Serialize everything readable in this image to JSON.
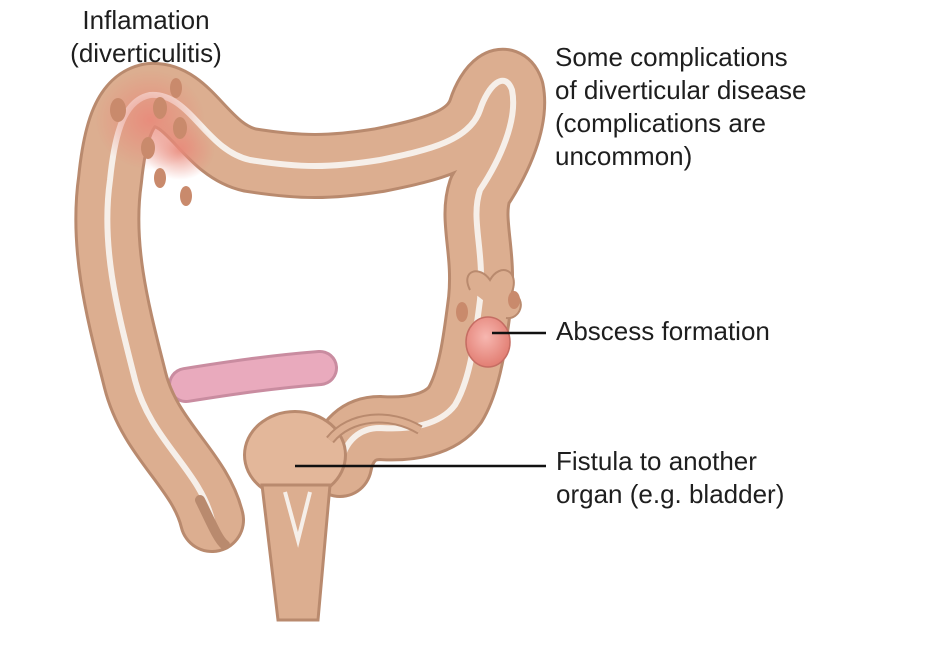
{
  "labels": {
    "inflammation": {
      "line1": "Inflamation",
      "line2": "(diverticulitis)"
    },
    "complications": {
      "line1": "Some complications",
      "line2": "of diverticular disease",
      "line3": "(complications are",
      "line4": "uncommon)"
    },
    "abscess": "Abscess formation",
    "fistula": {
      "line1": "Fistula to another",
      "line2": "organ (e.g. bladder)"
    }
  },
  "colors": {
    "colon_fill": "#dcae90",
    "colon_edge": "#b98a6e",
    "lumen": "#f6efe9",
    "inflammation_glow": "#e99a84",
    "abscess": "#ec8a80",
    "small_intestine": "#e9aabd",
    "bladder": "#e3b79a",
    "leader_line": "#111111"
  }
}
